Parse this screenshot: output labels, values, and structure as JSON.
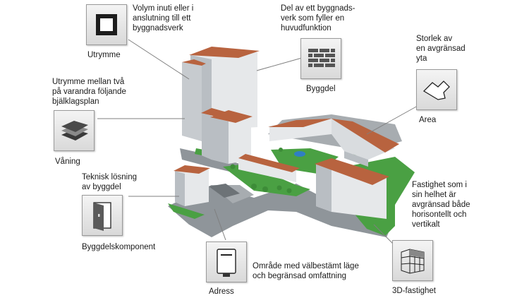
{
  "callouts": {
    "utrymme": {
      "label": "Utrymme",
      "lines": [
        "Volym inuti eller i",
        "anslutning till ett",
        "byggnadsverk"
      ],
      "icon": "room-square-icon"
    },
    "byggdel": {
      "label": "Byggdel",
      "lines": [
        "Del av ett byggnads-",
        "verk som fyller en",
        "huvudfunktion"
      ],
      "icon": "brick-wall-icon"
    },
    "area": {
      "label": "Area",
      "lines": [
        "Storlek av",
        "en avgränsad",
        "yta"
      ],
      "icon": "floor-outline-icon"
    },
    "vaning": {
      "label": "Våning",
      "lines": [
        "Utrymme mellan två",
        "på varandra följande",
        "bjälklagsplan"
      ],
      "icon": "floor-slab-icon"
    },
    "byggdelskomponent": {
      "label": "Byggdelskomponent",
      "lines": [
        "Teknisk lösning",
        "av byggdel"
      ],
      "icon": "door-icon"
    },
    "fastighet3d": {
      "label": "3D-fastighet",
      "lines": [
        "Fastighet som i",
        "sin helhet är",
        "avgränsad både",
        "horisontellt och",
        "vertikalt"
      ],
      "icon": "3d-grid-icon"
    },
    "adress": {
      "label": "Adress",
      "lines": [
        "Område med välbestämt läge",
        "och begränsad omfattning"
      ],
      "icon": "mailbox-icon"
    }
  },
  "colors": {
    "roof": "#b8633f",
    "grass": "#4aa043",
    "road": "#8f959a",
    "wall": "#e6e8ea",
    "wall_shadow": "#b9bec3",
    "pond": "#2f7fc4"
  }
}
